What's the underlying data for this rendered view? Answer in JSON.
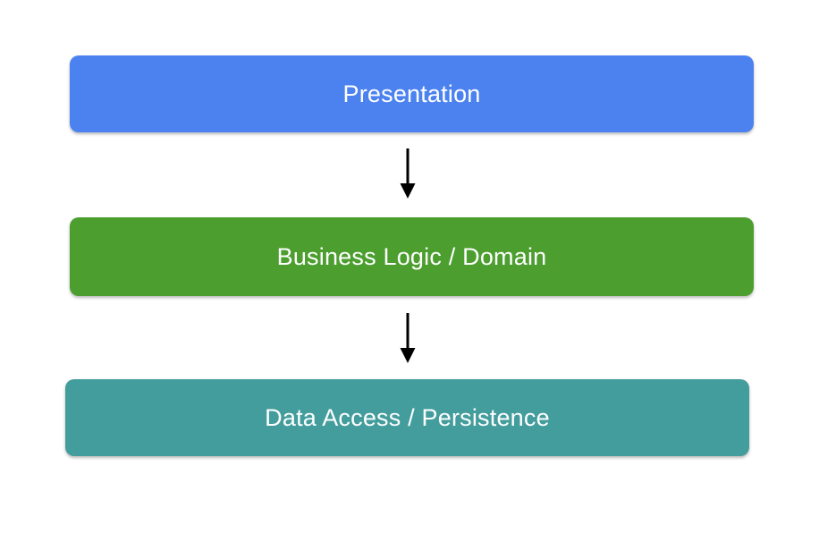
{
  "diagram": {
    "background_color": "#ffffff",
    "text_color": "#ffffff",
    "arrow_color": "#000000",
    "layers": [
      {
        "label": "Presentation",
        "color": "#4b82f0"
      },
      {
        "label": "Business Logic / Domain",
        "color": "#4c9e2f"
      },
      {
        "label": "Data Access / Persistence",
        "color": "#449d9d"
      }
    ]
  }
}
